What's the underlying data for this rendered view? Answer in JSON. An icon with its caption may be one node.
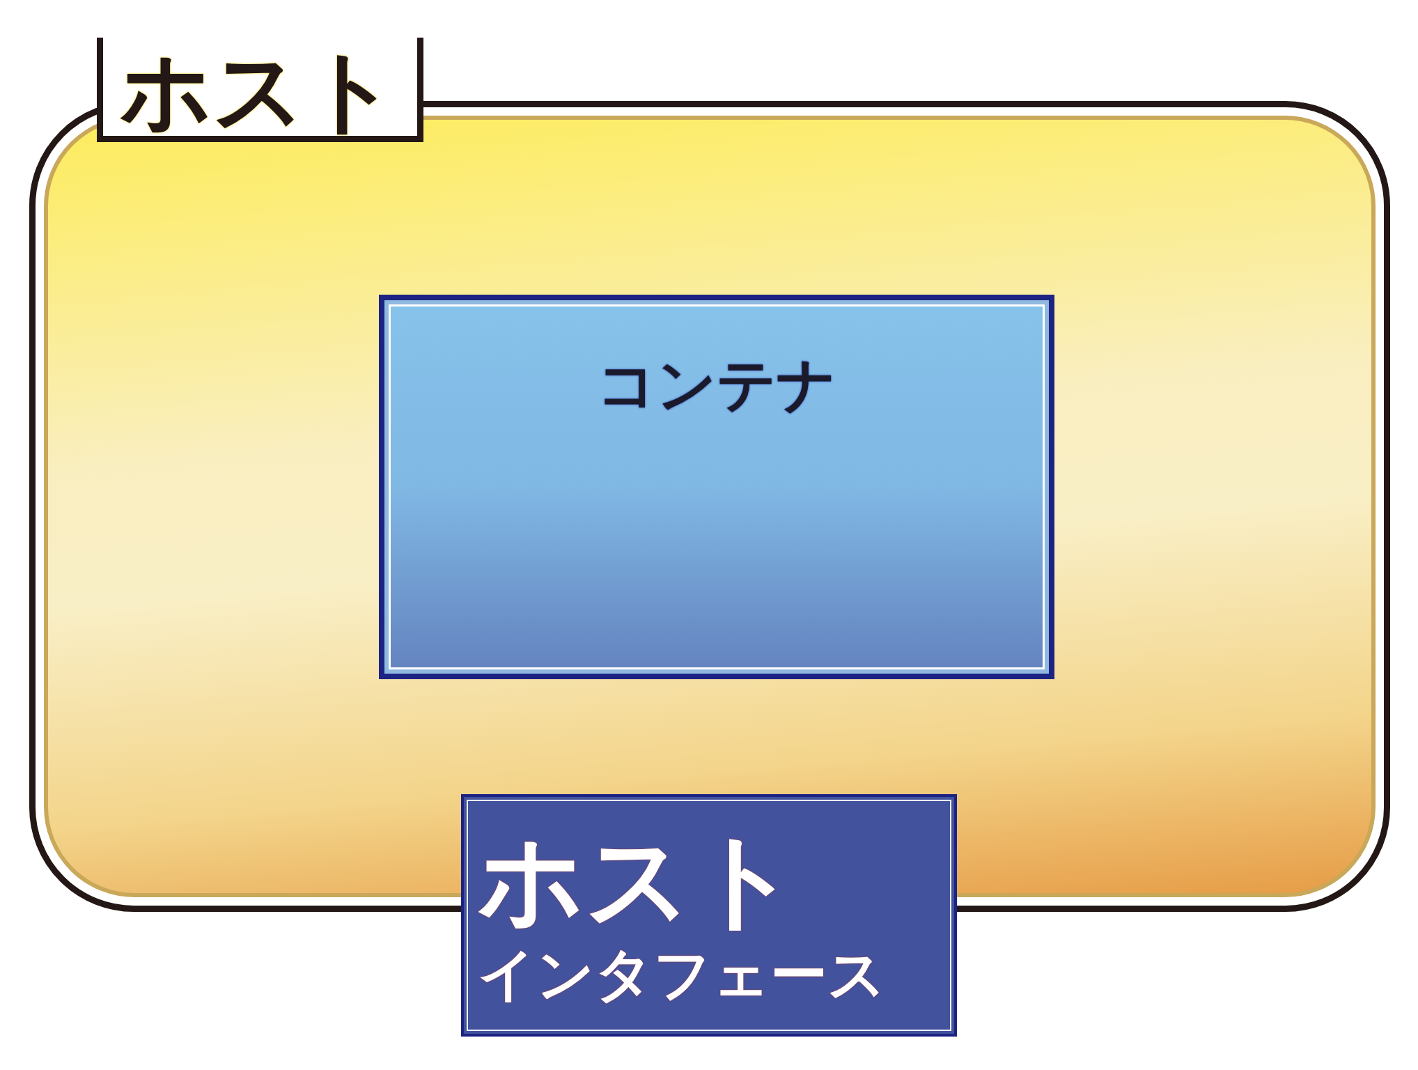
{
  "diagram": {
    "nodes": [
      {
        "text": [
          "ホスト"
        ]
      },
      {
        "text": [
          "コンテナ"
        ],
        "in": 0
      },
      {
        "text": [
          "ホスト",
          "インタフェース"
        ]
      }
    ]
  }
}
